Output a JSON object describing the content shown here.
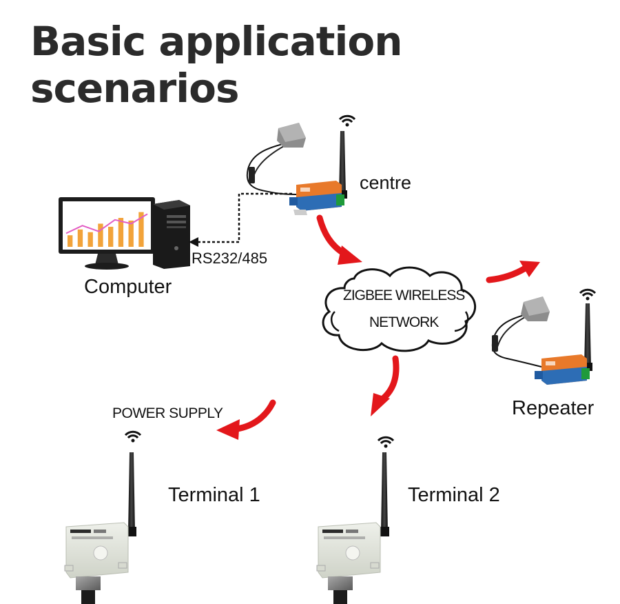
{
  "title": "Basic application scenarios",
  "labels": {
    "centre": "centre",
    "computer": "Computer",
    "link": "RS232/485",
    "cloud_line1": "ZIGBEE WIRELESS",
    "cloud_line2": "NETWORK",
    "repeater": "Repeater",
    "power_supply": "POWER SUPPLY",
    "terminal1": "Terminal 1",
    "terminal2": "Terminal 2"
  },
  "monitor_chart": {
    "bars": [
      30,
      45,
      38,
      60,
      52,
      75,
      68,
      90
    ],
    "line": [
      35,
      55,
      40,
      70,
      60,
      85
    ]
  },
  "colors": {
    "arrow": "#e3171b",
    "device_orange": "#e8792a",
    "device_blue": "#2d6db5",
    "terminal_body": "#e2e5dc",
    "chart_bar": "#f2a33a",
    "chart_line": "#e25dc4"
  }
}
